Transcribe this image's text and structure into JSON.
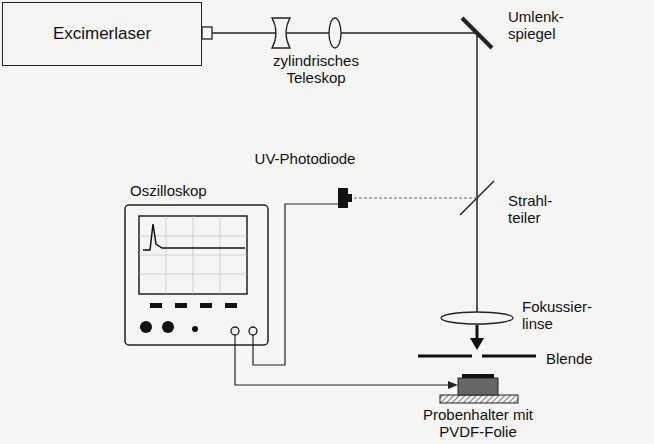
{
  "diagram": {
    "nodes": [
      {
        "text": [
          "Excimerlaser"
        ]
      }
    ],
    "labels": [
      "zylindrisches Teleskop",
      "Umlenk- spiegel",
      "UV-Photodiode",
      "Strahl- teiler",
      "Oszilloskop",
      "Fokussier- linse",
      "Blende",
      "Probenhalter mit PVDF-Folie"
    ]
  }
}
